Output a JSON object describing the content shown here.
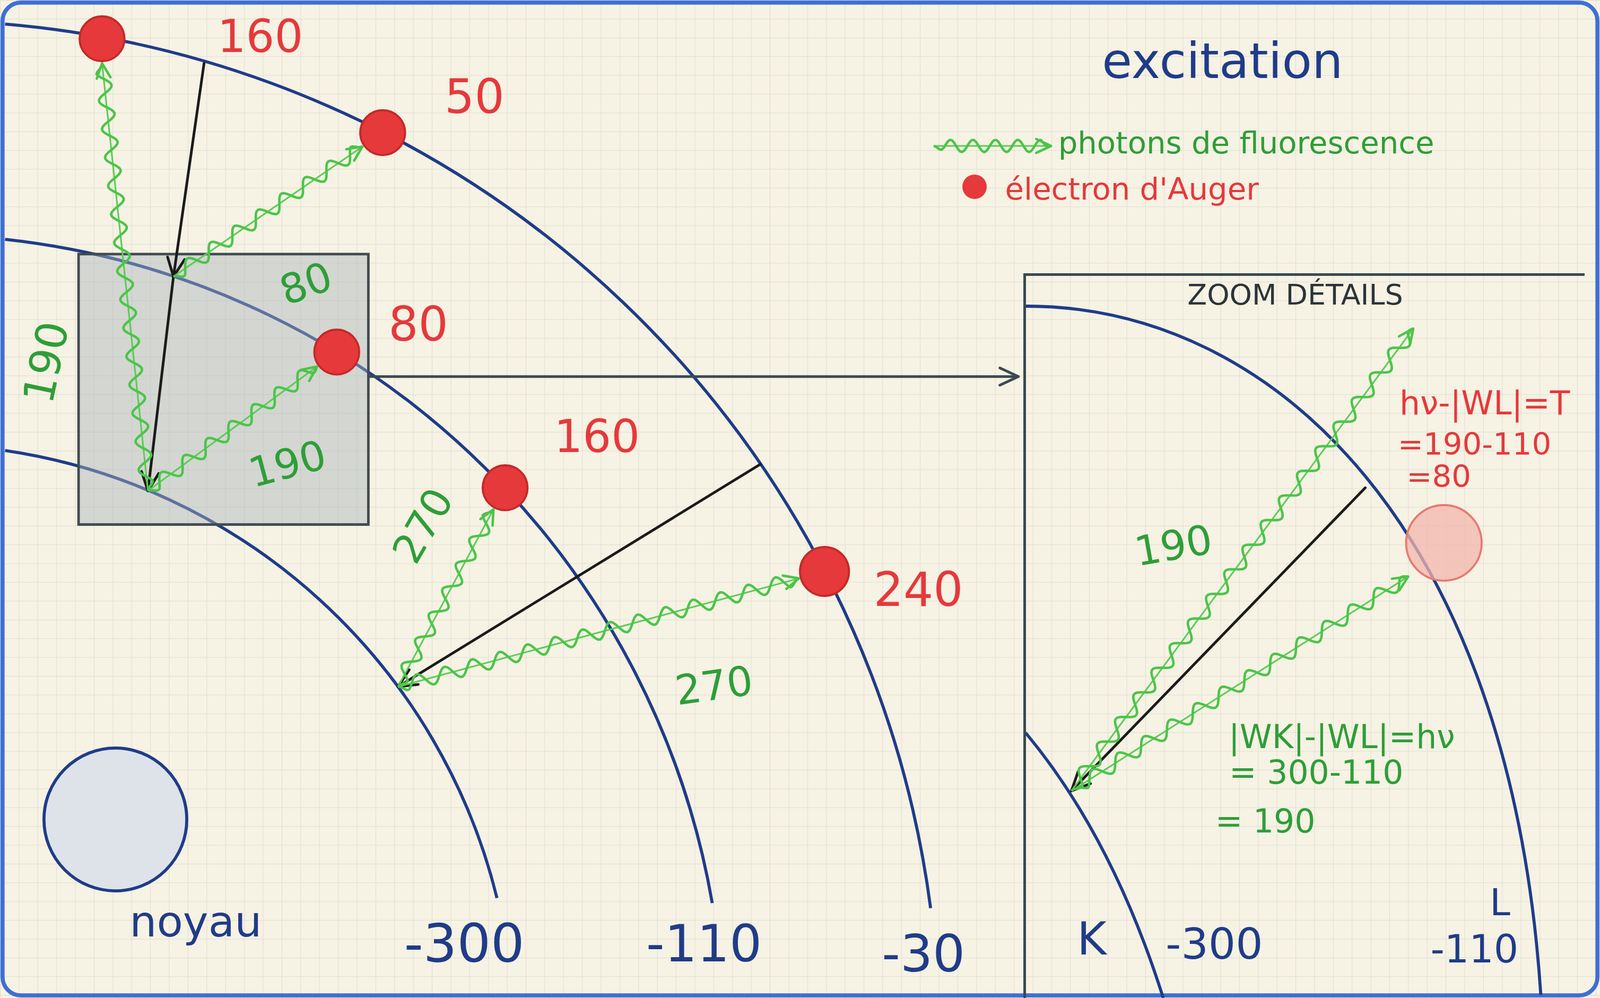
{
  "diagram": {
    "title": "excitation",
    "nodes": [
      {
        "text": [
          "noyau"
        ]
      },
      {
        "text": [
          "ZOOM DÉTAILS"
        ]
      }
    ],
    "labels": [
      "160",
      "50",
      "80",
      "80",
      "190",
      "190",
      "160",
      "270",
      "240",
      "270",
      "-300",
      "-110",
      "-30",
      "190",
      "hν-|WL|=T",
      "=190-110",
      "=80",
      "|WK|-|WL|=hν",
      "= 300-110",
      "= 190",
      "K",
      "-300",
      "L",
      "-110"
    ],
    "legend": [
      {
        "text": "photons de fluorescence"
      },
      {
        "text": "électron d'Auger",
        "color": "#e5393b"
      }
    ]
  }
}
